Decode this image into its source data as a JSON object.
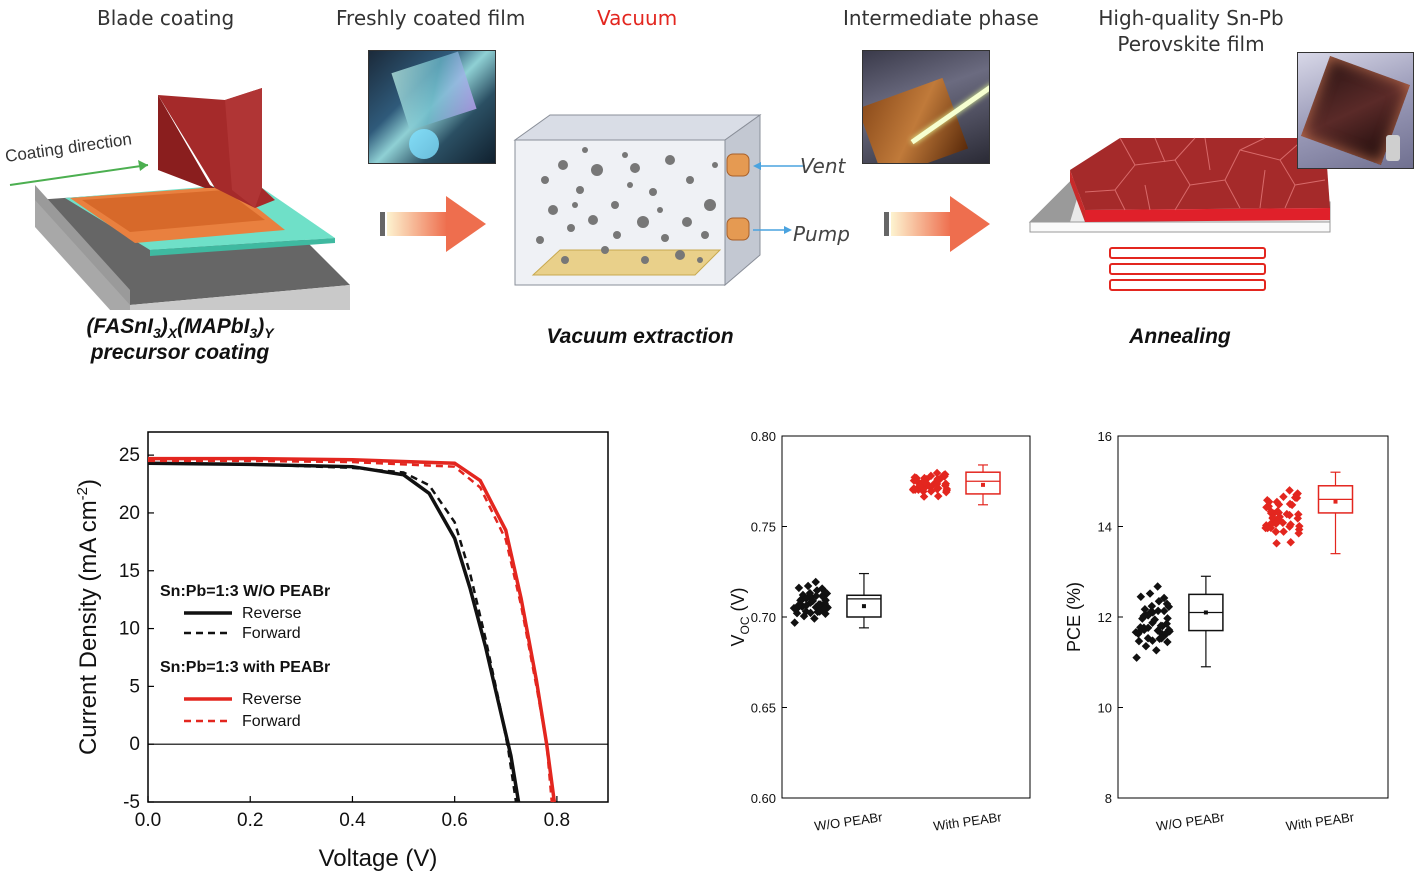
{
  "process": {
    "blade_coating": "Blade coating",
    "fresh_film": "Freshly coated film",
    "vacuum": "Vacuum",
    "intermediate": "Intermediate phase",
    "hq_film_line1": "High-quality Sn-Pb",
    "hq_film_line2": "Perovskite film",
    "coating_direction": "Coating direction",
    "vent": "Vent",
    "pump": "Pump",
    "precursor_a": "(FASnI",
    "precursor_b": "3",
    "precursor_c": ")",
    "precursor_d": "X",
    "precursor_e": "(MAPbI",
    "precursor_f": "3",
    "precursor_g": ")",
    "precursor_h": "Y",
    "precursor_line2": "precursor coating",
    "vacuum_extraction": "Vacuum extraction",
    "annealing": "Annealing"
  },
  "colors": {
    "red": "#e3261f",
    "black": "#111111",
    "blade": "#a52a2a",
    "film": "#f08a4b",
    "substrate_glass": "#6fe0c8",
    "film_yellow": "#e9d08a"
  },
  "chart_data": [
    {
      "type": "line",
      "xlabel": "Voltage (V)",
      "ylabel": "Current Density (mA cm",
      "ylabel_sup": "-2",
      "ylabel_close": ")",
      "xlim": [
        0.0,
        0.9
      ],
      "ylim": [
        -5,
        27
      ],
      "xticks": [
        "0.0",
        "0.2",
        "0.4",
        "0.6",
        "0.8"
      ],
      "xtick_values": [
        0.0,
        0.2,
        0.4,
        0.6,
        0.8
      ],
      "yticks": [
        "-5",
        "0",
        "5",
        "10",
        "15",
        "20",
        "25"
      ],
      "ytick_values": [
        -5,
        0,
        5,
        10,
        15,
        20,
        25
      ],
      "legend_group1": "Sn:Pb=1:3 W/O PEABr",
      "legend_group2": "Sn:Pb=1:3 with PEABr",
      "series": [
        {
          "name": "Reverse",
          "group": 1,
          "color": "#111111",
          "dash": false,
          "x": [
            0.0,
            0.2,
            0.4,
            0.5,
            0.55,
            0.6,
            0.63,
            0.66,
            0.69,
            0.71,
            0.725
          ],
          "y": [
            24.3,
            24.2,
            24.0,
            23.3,
            21.7,
            17.8,
            13.5,
            8.5,
            2.8,
            -1.0,
            -5
          ]
        },
        {
          "name": "Forward",
          "group": 1,
          "color": "#111111",
          "dash": true,
          "x": [
            0.0,
            0.2,
            0.4,
            0.5,
            0.55,
            0.6,
            0.63,
            0.66,
            0.69,
            0.705,
            0.72
          ],
          "y": [
            24.3,
            24.2,
            23.9,
            23.5,
            22.4,
            19.2,
            14.8,
            9.2,
            3.0,
            -0.5,
            -5
          ]
        },
        {
          "name": "Reverse",
          "group": 2,
          "color": "#e3261f",
          "dash": false,
          "x": [
            0.0,
            0.2,
            0.4,
            0.6,
            0.65,
            0.7,
            0.73,
            0.76,
            0.78,
            0.795
          ],
          "y": [
            24.7,
            24.7,
            24.6,
            24.3,
            22.8,
            18.5,
            12.6,
            5.5,
            0.0,
            -5
          ]
        },
        {
          "name": "Forward",
          "group": 2,
          "color": "#e3261f",
          "dash": true,
          "x": [
            0.0,
            0.2,
            0.4,
            0.6,
            0.65,
            0.7,
            0.73,
            0.76,
            0.78,
            0.79
          ],
          "y": [
            24.5,
            24.5,
            24.4,
            24.0,
            22.2,
            17.7,
            12.0,
            5.0,
            0.0,
            -5
          ]
        }
      ]
    },
    {
      "type": "box",
      "ylabel_main": "V",
      "ylabel_sub": "OC",
      "ylabel_unit": " (V)",
      "ylim": [
        0.6,
        0.8
      ],
      "yticks": [
        "0.60",
        "0.65",
        "0.70",
        "0.75",
        "0.80"
      ],
      "ytick_values": [
        0.6,
        0.65,
        0.7,
        0.75,
        0.8
      ],
      "categories": [
        "W/O PEABr",
        "With PEABr"
      ],
      "series": [
        {
          "category": "W/O PEABr",
          "color": "#111111",
          "min": 0.694,
          "q1": 0.7,
          "median": 0.71,
          "q3": 0.712,
          "max": 0.724,
          "mean": 0.706,
          "points_low": 0.694,
          "points_high": 0.724
        },
        {
          "category": "With PEABr",
          "color": "#e3261f",
          "min": 0.762,
          "q1": 0.768,
          "median": 0.775,
          "q3": 0.78,
          "max": 0.784,
          "mean": 0.773,
          "points_low": 0.764,
          "points_high": 0.784
        }
      ]
    },
    {
      "type": "box",
      "ylabel_main": "PCE (%)",
      "ylim": [
        8,
        16
      ],
      "yticks": [
        "8",
        "10",
        "12",
        "14",
        "16"
      ],
      "ytick_values": [
        8,
        10,
        12,
        14,
        16
      ],
      "categories": [
        "W/O PEABr",
        "With PEABr"
      ],
      "series": [
        {
          "category": "W/O PEABr",
          "color": "#111111",
          "min": 10.9,
          "q1": 11.7,
          "median": 12.1,
          "q3": 12.5,
          "max": 12.9,
          "mean": 12.1,
          "points_low": 10.9,
          "points_high": 13.0
        },
        {
          "category": "With PEABr",
          "color": "#e3261f",
          "min": 13.4,
          "q1": 14.3,
          "median": 14.6,
          "q3": 14.9,
          "max": 15.2,
          "mean": 14.55,
          "points_low": 13.4,
          "points_high": 15.2
        }
      ]
    }
  ]
}
